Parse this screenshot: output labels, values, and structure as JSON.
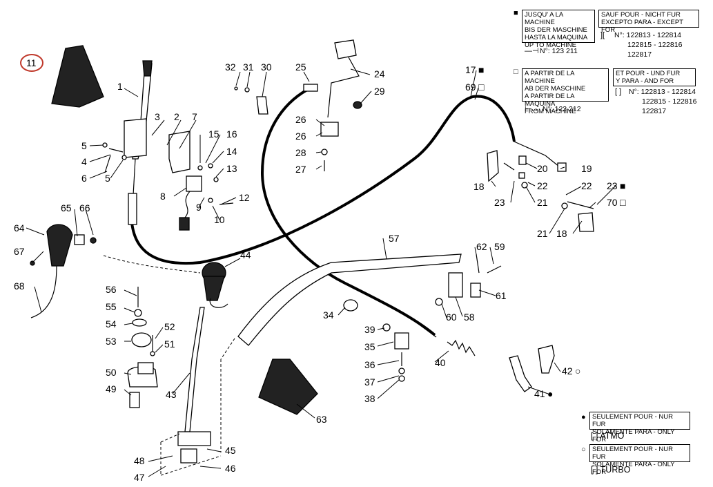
{
  "legend_top": {
    "until_machine": {
      "marker": "■",
      "lines": [
        "JUSQU' A LA MACHINE",
        "BIS DER MASCHINE",
        "HASTA LA MAQUINA",
        "UP TO MACHINE"
      ],
      "arrow": "—⊣",
      "serial": "N°: 123 211"
    },
    "except_for": {
      "lines": [
        "SAUF POUR - NICHT FUR",
        "EXCEPTO PARA - EXCEPT FOR"
      ],
      "bracket": "][",
      "serials_line1": "N°: 122813 - 122814",
      "serials_line2": "122815 - 122816",
      "serials_line3": "122817"
    },
    "from_machine": {
      "marker": "□",
      "lines": [
        "A PARTIR DE LA MACHINE",
        "AB DER MASCHINE",
        "A PARTIR DE LA MAQUINA",
        "FROM MACHINE"
      ],
      "arrow": "⊢→",
      "serial": "N°: 123 212"
    },
    "and_for": {
      "lines": [
        "ET POUR - UND FUR",
        "Y PARA - AND FOR"
      ],
      "bracket": "[ ]",
      "serials_line1": "N°: 122813 - 122814",
      "serials_line2": "122815 - 122816",
      "serials_line3": "122817"
    }
  },
  "legend_bottom": {
    "atmo": {
      "marker": "●",
      "lines": [
        "SEULEMENT POUR - NUR FUR",
        "SOLAMENTE PARA - ONLY FOR"
      ],
      "label": "[ ] ATMO"
    },
    "turbo": {
      "marker": "○",
      "lines": [
        "SEULEMENT POUR - NUR FUR",
        "SOLAMENTE PARA - ONLY FOR"
      ],
      "label": "[ ] TURBO"
    }
  },
  "highlight": {
    "part": "11",
    "color": "#c0392b"
  },
  "parts": {
    "p1": "1",
    "p2": "2",
    "p3": "3",
    "p4": "4",
    "p5a": "5",
    "p5b": "5",
    "p6": "6",
    "p7": "7",
    "p8": "8",
    "p9": "9",
    "p10": "10",
    "p11": "11",
    "p12": "12",
    "p13": "13",
    "p14": "14",
    "p15": "15",
    "p16": "16",
    "p17": "17",
    "p17m": "■",
    "p18a": "18",
    "p18b": "18",
    "p19": "19",
    "p20": "20",
    "p21a": "21",
    "p21b": "21",
    "p22a": "22",
    "p22b": "22",
    "p23a": "23",
    "p23b": "23",
    "p23m": "■",
    "p24": "24",
    "p25": "25",
    "p26a": "26",
    "p26b": "26",
    "p27": "27",
    "p28": "28",
    "p29": "29",
    "p30": "30",
    "p31": "31",
    "p32": "32",
    "p34": "34",
    "p35": "35",
    "p36": "36",
    "p37": "37",
    "p38": "38",
    "p39": "39",
    "p40": "40",
    "p41": "41",
    "p41m": "●",
    "p42": "42",
    "p42m": "○",
    "p43": "43",
    "p44": "44",
    "p45": "45",
    "p46": "46",
    "p47": "47",
    "p48": "48",
    "p49": "49",
    "p50": "50",
    "p51": "51",
    "p52": "52",
    "p53": "53",
    "p54": "54",
    "p55": "55",
    "p56": "56",
    "p57": "57",
    "p58": "58",
    "p59": "59",
    "p60": "60",
    "p61": "61",
    "p62": "62",
    "p63": "63",
    "p64": "64",
    "p65": "65",
    "p66": "66",
    "p67": "67",
    "p68": "68",
    "p69": "69",
    "p69m": "□",
    "p70": "70",
    "p70m": "□"
  }
}
